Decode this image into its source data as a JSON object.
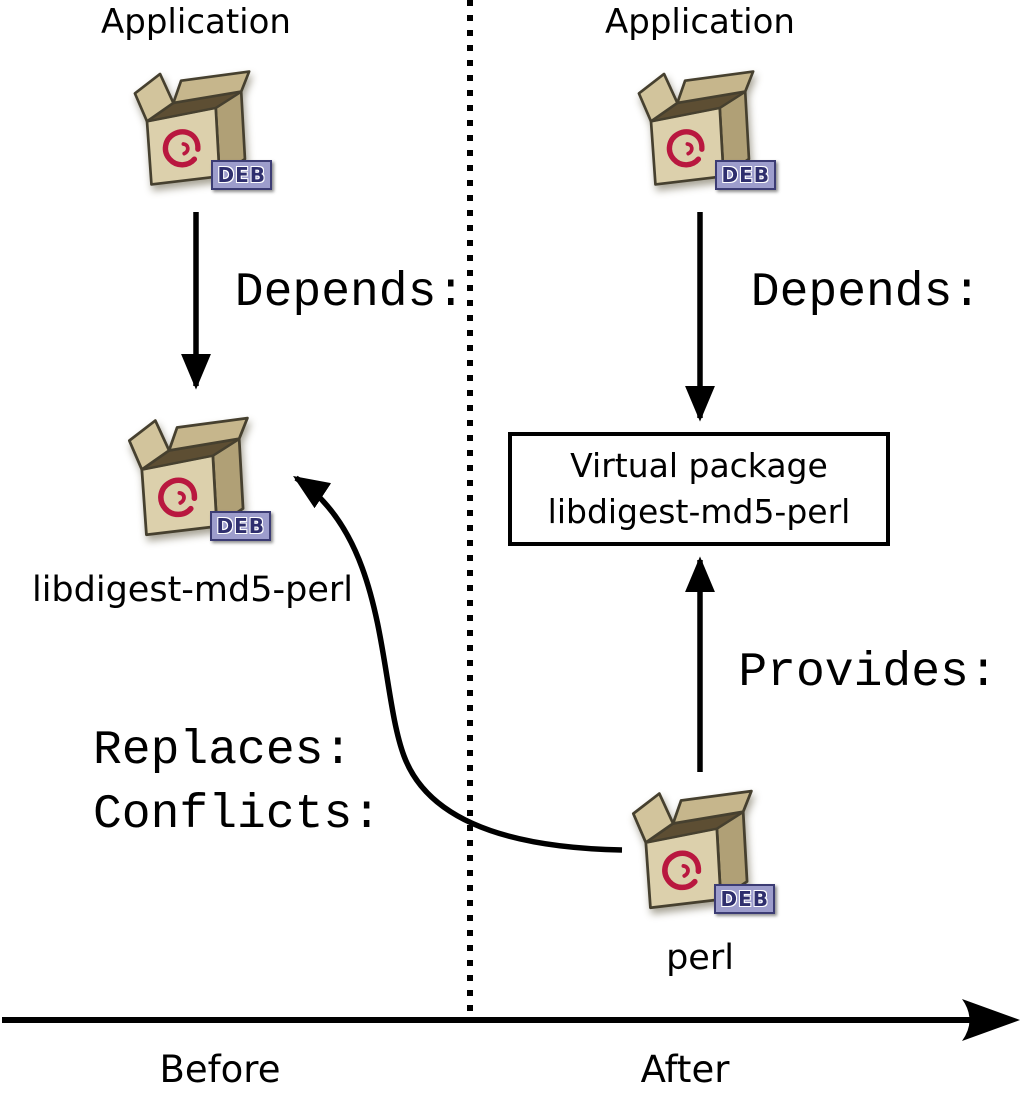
{
  "badge": {
    "label": "DEB"
  },
  "icons": {
    "package": "debian-package-icon",
    "divider": "dotted-divider-line",
    "axis": "timeline-axis-arrow"
  },
  "left": {
    "application_label": "Application",
    "depends_label": "Depends:",
    "package_name": "libdigest-md5-perl",
    "replaces_label": "Replaces:",
    "conflicts_label": "Conflicts:",
    "axis_label": "Before"
  },
  "right": {
    "application_label": "Application",
    "depends_label": "Depends:",
    "virtual_package": {
      "line1": "Virtual package",
      "line2": "libdigest-md5-perl"
    },
    "provides_label": "Provides:",
    "package_name": "perl",
    "axis_label": "After"
  },
  "colors": {
    "line": "#000000",
    "box_front": "#dcd0ac",
    "box_side": "#b0a076",
    "swirl": "#b9173f",
    "badge_bg": "#9d9dcc",
    "badge_text": "#2f2f6e"
  }
}
